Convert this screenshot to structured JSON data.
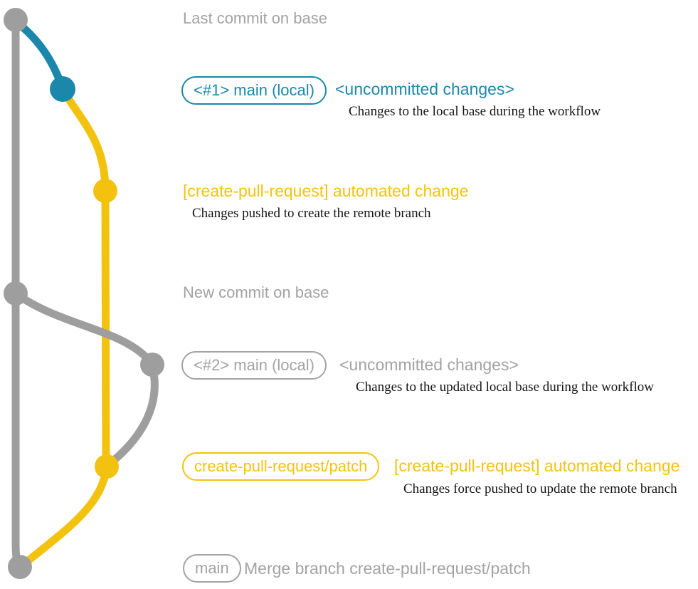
{
  "colors": {
    "gray": "#9e9e9e",
    "gray_text": "#a3a3a3",
    "blue": "#1b87ab",
    "yellow": "#f2c20e",
    "yellow_text": "#f6c30d",
    "caption": "#151515"
  },
  "graph": {
    "description": "git commit graph for create-pull-request workflow",
    "commits": [
      {
        "id": "last-commit-on-base",
        "color": "gray"
      },
      {
        "id": "main-local-1",
        "color": "blue"
      },
      {
        "id": "create-pull-request-commit-1",
        "color": "yellow"
      },
      {
        "id": "new-commit-on-base",
        "color": "gray"
      },
      {
        "id": "main-local-2",
        "color": "gray"
      },
      {
        "id": "create-pull-request-commit-2",
        "color": "yellow"
      },
      {
        "id": "merge-commit",
        "color": "gray"
      }
    ]
  },
  "annotations": {
    "last_commit_header": "Last commit on base",
    "new_commit_header": "New commit on base",
    "row1": {
      "badge": "<#1> main (local)",
      "label": "<uncommitted changes>",
      "caption": "Changes to the local base during the workflow"
    },
    "row2": {
      "label": "[create-pull-request] automated change",
      "caption": "Changes pushed to create the remote branch"
    },
    "row3": {
      "badge": "<#2> main (local)",
      "label": "<uncommitted changes>",
      "caption": "Changes to the updated local base during the workflow"
    },
    "row4": {
      "badge": "create-pull-request/patch",
      "label": "[create-pull-request] automated change",
      "caption": "Changes force pushed to update the remote branch"
    },
    "row5": {
      "badge": "main",
      "label": "Merge branch create-pull-request/patch"
    }
  }
}
